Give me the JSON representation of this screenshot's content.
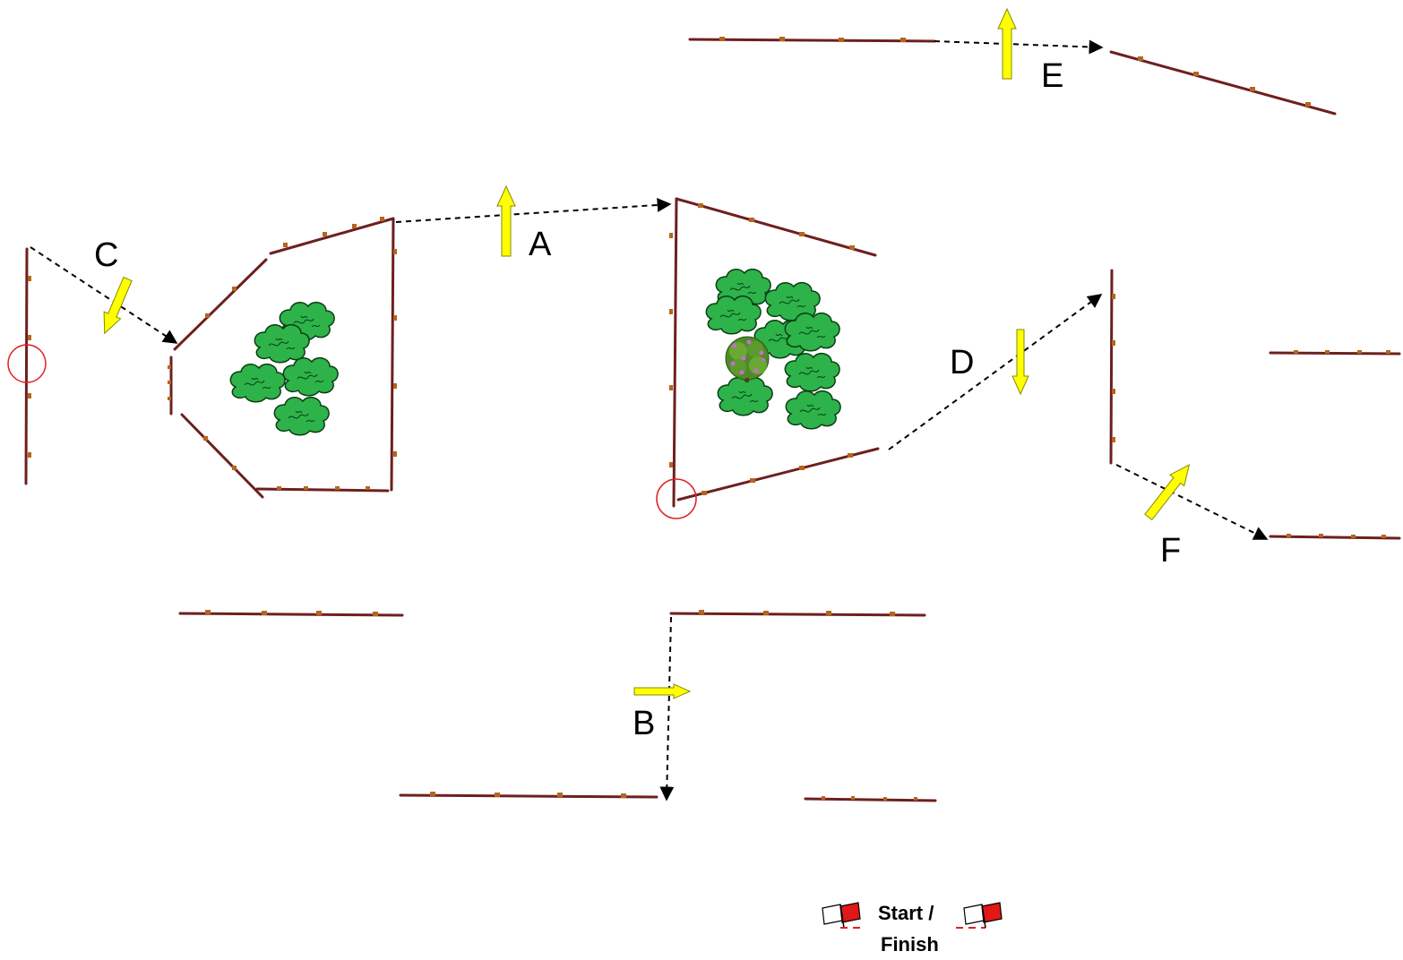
{
  "obstacles": {
    "a": "A",
    "b": "B",
    "c": "C",
    "d": "D",
    "e": "E",
    "f": "F"
  },
  "legend": {
    "start_finish_line1": "Start /",
    "start_finish_line2": "Finish"
  },
  "colors": {
    "fence": "#6e1f1f",
    "fence_post": "#b5651d",
    "direction_arrow": "#ffff00",
    "bush": "#2db34a",
    "marker_circle": "#e02020",
    "flag_red": "#e01818"
  },
  "icons": {
    "bush": "bush-icon",
    "flower_bush": "flower-bush-icon",
    "flag": "flag-icon"
  }
}
